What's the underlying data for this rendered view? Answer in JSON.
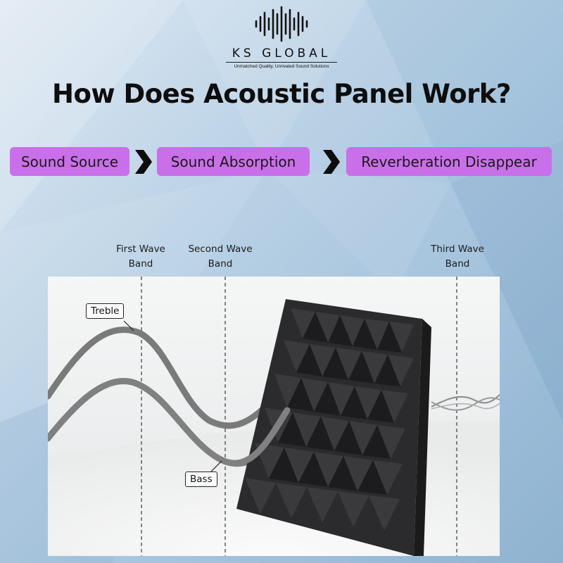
{
  "logo": {
    "brand": "KS GLOBAL",
    "tagline": "Unmatched Quality, Unrivaled Sound Solutions",
    "icon": "soundwave-icon"
  },
  "headline": "How Does Acoustic Panel Work?",
  "steps": [
    {
      "label": "Sound Source"
    },
    {
      "label": "Sound Absorption"
    },
    {
      "label": "Reverberation Disappear"
    }
  ],
  "bands": [
    {
      "label_line1": "First Wave",
      "label_line2": "Band"
    },
    {
      "label_line1": "Second Wave",
      "label_line2": "Band"
    },
    {
      "label_line1": "Third Wave",
      "label_line2": "Band"
    }
  ],
  "callouts": {
    "treble": "Treble",
    "bass": "Bass"
  },
  "colors": {
    "step_fill": "#c96fe9",
    "wave": "#7a7a7a",
    "foam": "#2b2b2d",
    "panel_bg": "#f1f2f2"
  }
}
